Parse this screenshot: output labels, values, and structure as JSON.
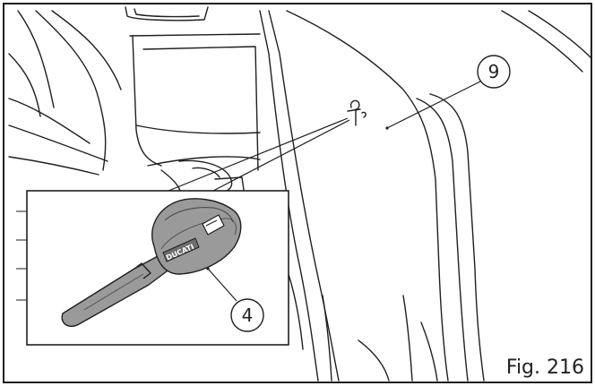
{
  "figure": {
    "label": "Fig. 216",
    "callouts": [
      {
        "id": "callout-9",
        "text": "9"
      },
      {
        "id": "callout-4",
        "text": "4"
      }
    ],
    "key_brand_text": "DUCATI"
  },
  "colors": {
    "line": "#1f1f1f",
    "key_fill": "#9a9a9a",
    "key_dark": "#6e6e6e",
    "background": "#ffffff"
  }
}
